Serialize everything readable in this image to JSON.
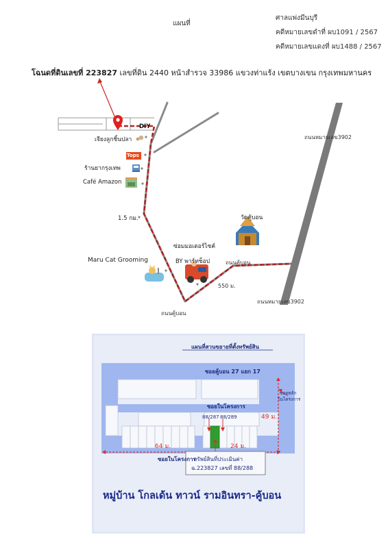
{
  "header": {
    "map_word": "แผนที่",
    "court": "ศาลแพ่งมีนบุรี",
    "black_case": "คดีหมายเลขดำที่  ผบ1091   / 2567",
    "red_case": "คดีหมายเลขแดงที่ ผบ1488  / 2567"
  },
  "deed": {
    "prefix": "โฉนดที่ดินเลขที่ 223827",
    "rest": " เลขที่ดิน 2440 หน้าสำรวจ 33986 แขวงท่าแร้ง เขตบางเขน กรุงเทพมหานคร"
  },
  "street_map": {
    "labels": {
      "diy": "DIY",
      "shop_fish": "เจียงลูกชิ้นปลา",
      "tops": "Tops",
      "pharmacy": "ร้านยากรุงเทพ",
      "cafe": "Café Amazon",
      "dist_1": "1.5 กม.",
      "temple": "วัดคู้บอน",
      "garage_1": "ซ่อมมอเตอร์ไซค์",
      "garage_2": "BY พาร์ทช็อป",
      "grooming": "Maru Cat Grooming",
      "road_khubon_mid": "ถนนคู้บอน",
      "dist_2": "550 ม.",
      "road_3902_top": "ถนนหมายเลข3902",
      "road_3902_bottom": "ถนนหมายเลข3902",
      "road_khubon_bottom": "ถนนคู้บอน"
    },
    "colors": {
      "route": "#cc2222",
      "road": "#8a8a8a",
      "pin": "#e02020"
    }
  },
  "plot_plan": {
    "title": "แผนที่สวนขยายที่ตั้งทรัพย์สิน",
    "soi_27": "ซอยคู้บอน 27 แยก 17",
    "soi_project": "ซอยในโครงการ",
    "soi_project_bottom": "ซอยในโครงการ",
    "main_soi_1": "ซอยหลัก",
    "main_soi_2": "ในโครงการ",
    "dist_49": "49 ม.",
    "dist_64": "64 ม.",
    "dist_24": "24 ม.",
    "lot_left": "88/287",
    "lot_right": "88/289",
    "asset_1": "ทรัพย์สินที่ประเมินค่า",
    "asset_2": "ฉ.223827 เลขที่ 88/288",
    "village": "หมู่บ้าน โกลเด้น ทาวน์ รามอินทรา-คู้บอน",
    "colors": {
      "road_blue": "#9fb6ef",
      "target_lot": "#2f9e2f",
      "frame": "#dfe6f6"
    }
  }
}
